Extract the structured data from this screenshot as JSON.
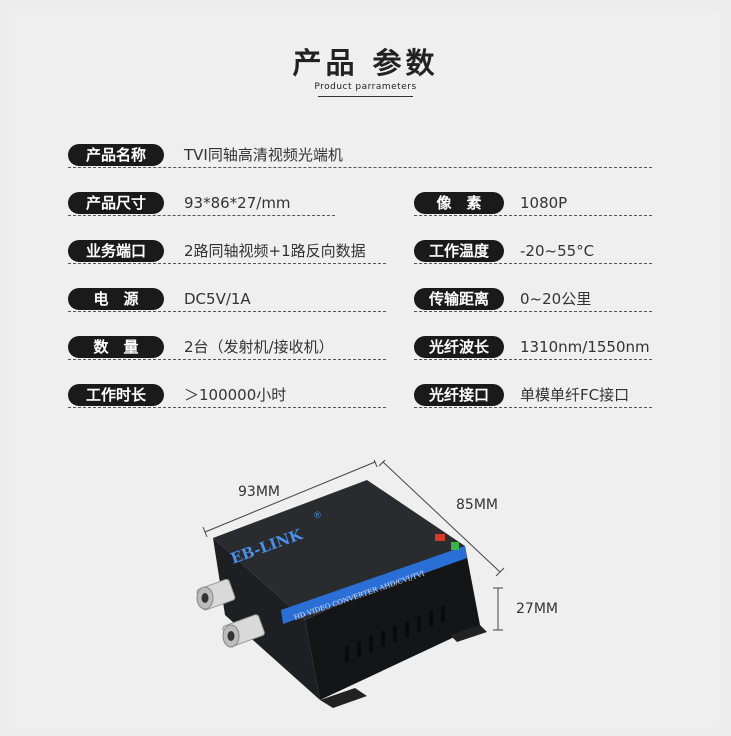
{
  "header": {
    "title": "产品 参数",
    "subtitle": "Product parrameters"
  },
  "specs": [
    {
      "label": "产品名称",
      "value": "TVI同轴高清视频光端机"
    },
    {
      "label": "产品尺寸",
      "value": "93*86*27/mm"
    },
    {
      "label": "像　素",
      "value": "1080P"
    },
    {
      "label": "业务端口",
      "value": "2路同轴视频+1路反向数据"
    },
    {
      "label": "工作温度",
      "value": "-20~55°C"
    },
    {
      "label": "电　源",
      "value": "DC5V/1A"
    },
    {
      "label": "传输距离",
      "value": "0~20公里"
    },
    {
      "label": "数　量",
      "value": "2台（发射机/接收机）"
    },
    {
      "label": "光纤波长",
      "value": "1310nm/1550nm"
    },
    {
      "label": "工作时长",
      "value": "＞100000小时"
    },
    {
      "label": "光纤接口",
      "value": "单模单纤FC接口"
    }
  ],
  "product": {
    "dim_width": "93MM",
    "dim_depth": "85MM",
    "dim_height": "27MM",
    "brand": "EB-LINK",
    "trademark": "®",
    "band_text": "HD VIDEO CONVERTER AHD/CVI/TVI"
  }
}
